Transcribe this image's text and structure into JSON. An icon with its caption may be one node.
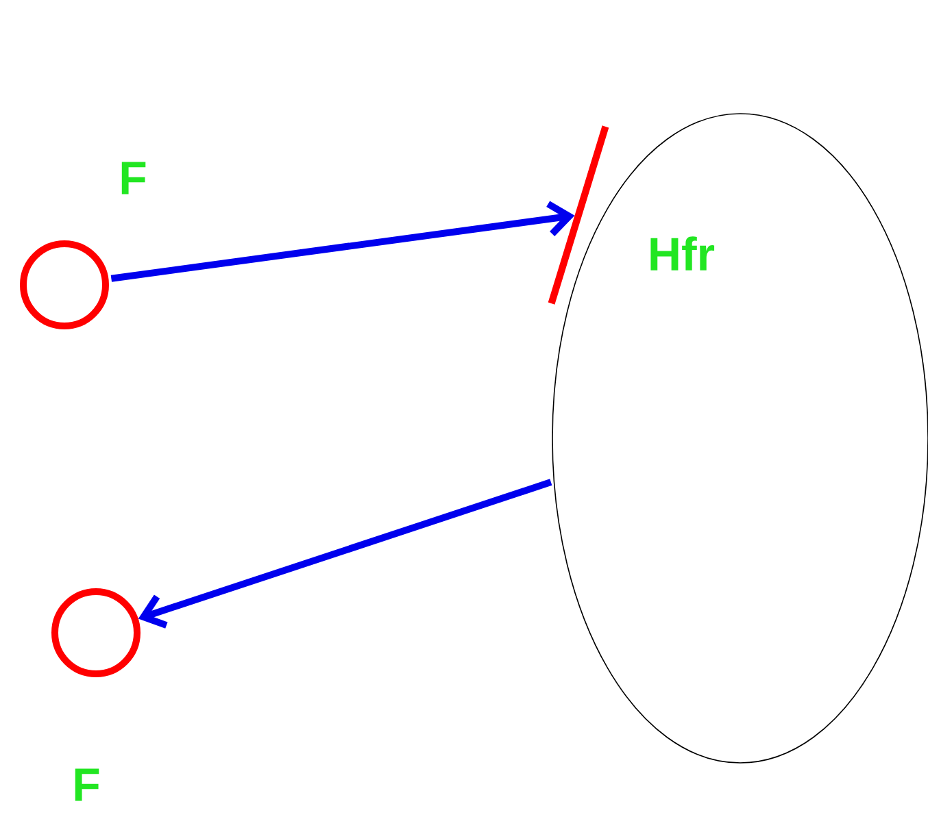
{
  "diagram": {
    "nodes": [
      {
        "text": [],
        "shape": "circle",
        "beside": [
          "F"
        ]
      },
      {
        "text": [],
        "shape": "ellipse"
      },
      {
        "text": [],
        "shape": "bar"
      },
      {
        "text": [],
        "shape": "circle",
        "beside": [
          "F"
        ]
      }
    ],
    "edges": [
      {
        "from": 0,
        "to": 2,
        "arrow": "to"
      },
      {
        "from": 1,
        "to": 3,
        "arrow": "to"
      }
    ],
    "labels": [
      "Hfr"
    ]
  }
}
